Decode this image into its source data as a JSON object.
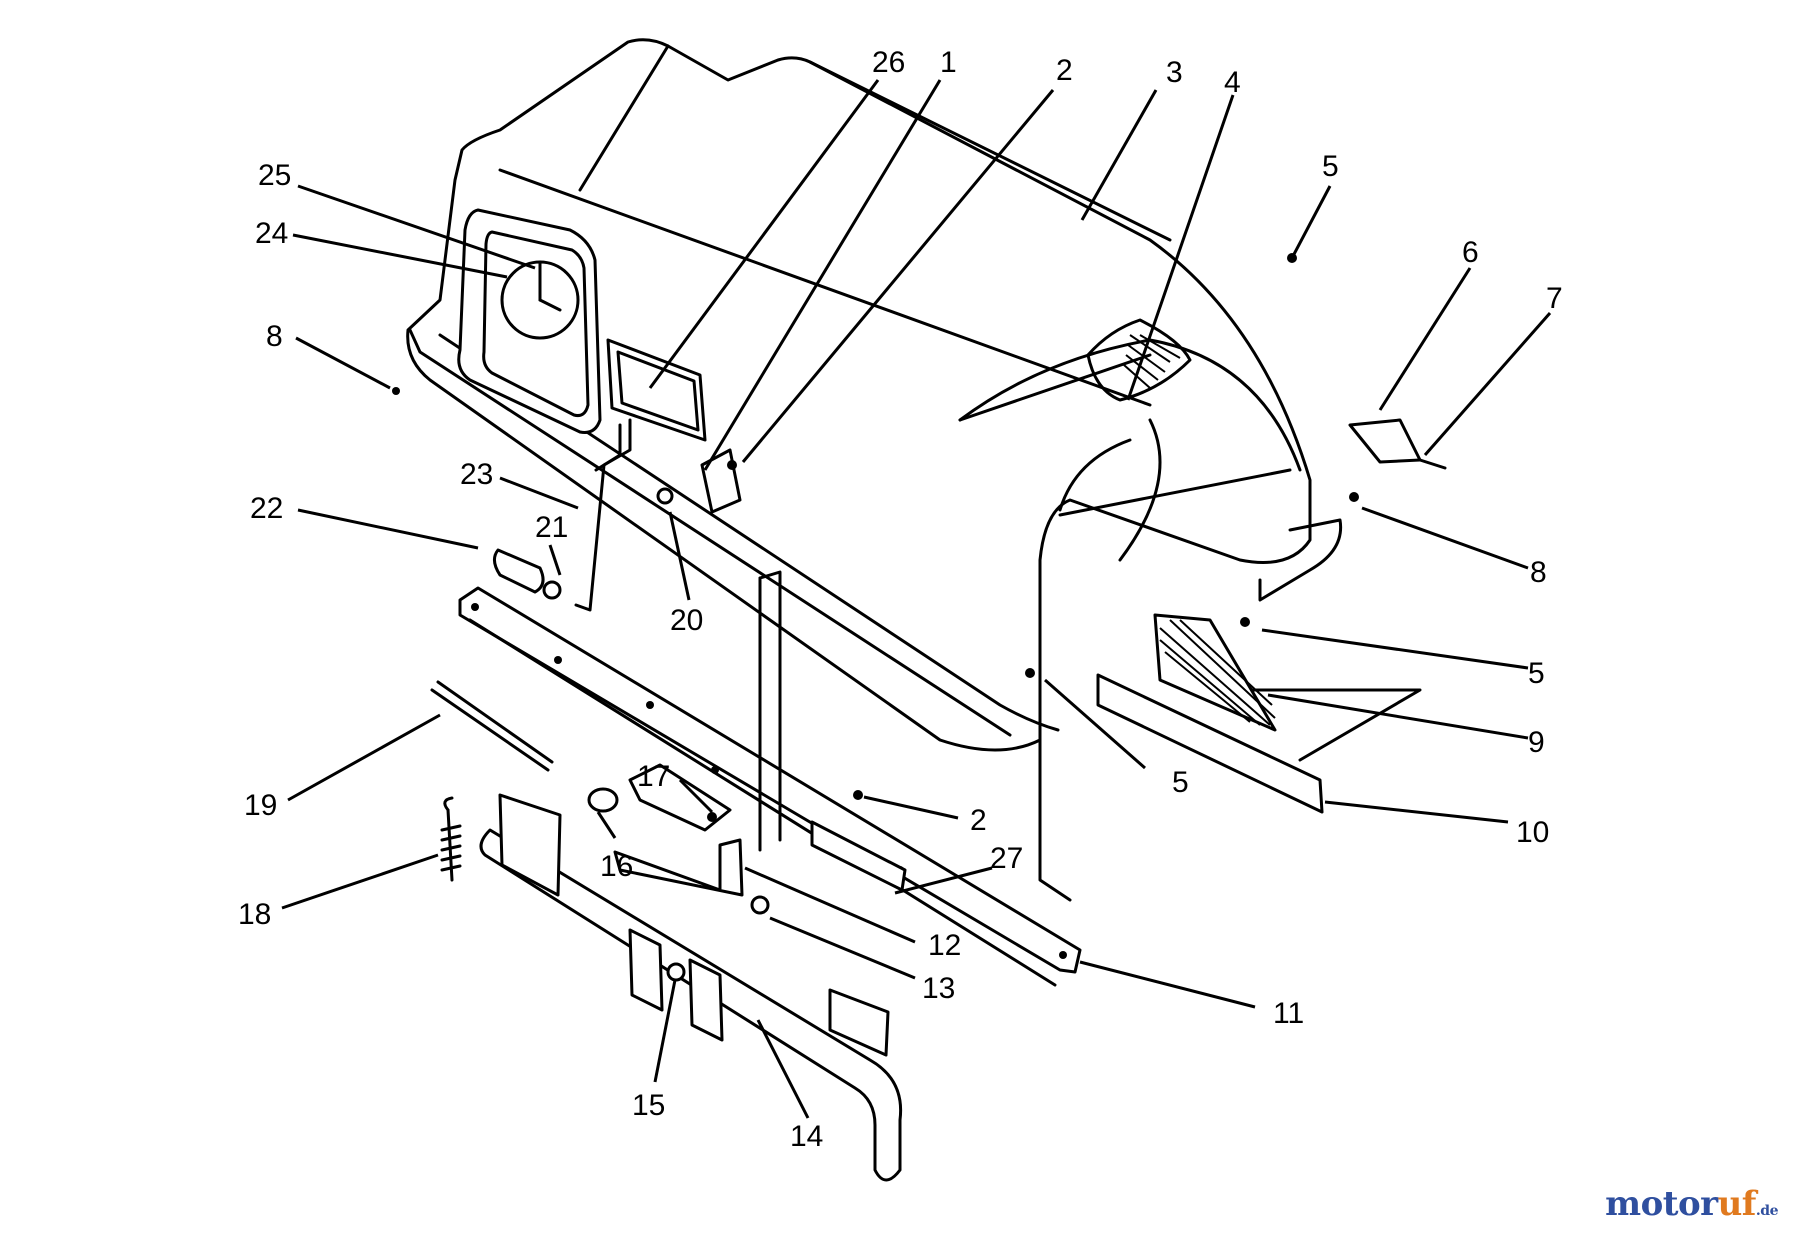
{
  "callouts": [
    {
      "id": "c26",
      "label": "26"
    },
    {
      "id": "c1",
      "label": "1"
    },
    {
      "id": "c2a",
      "label": "2"
    },
    {
      "id": "c3",
      "label": "3"
    },
    {
      "id": "c4",
      "label": "4"
    },
    {
      "id": "c25",
      "label": "25"
    },
    {
      "id": "c24",
      "label": "24"
    },
    {
      "id": "c5a",
      "label": "5"
    },
    {
      "id": "c6",
      "label": "6"
    },
    {
      "id": "c7",
      "label": "7"
    },
    {
      "id": "c8a",
      "label": "8"
    },
    {
      "id": "c23",
      "label": "23"
    },
    {
      "id": "c22",
      "label": "22"
    },
    {
      "id": "c21",
      "label": "21"
    },
    {
      "id": "c20",
      "label": "20"
    },
    {
      "id": "c8b",
      "label": "8"
    },
    {
      "id": "c5b",
      "label": "5"
    },
    {
      "id": "c9",
      "label": "9"
    },
    {
      "id": "c5c",
      "label": "5"
    },
    {
      "id": "c10",
      "label": "10"
    },
    {
      "id": "c19",
      "label": "19"
    },
    {
      "id": "c17",
      "label": "17"
    },
    {
      "id": "c2b",
      "label": "2"
    },
    {
      "id": "c16",
      "label": "16"
    },
    {
      "id": "c27",
      "label": "27"
    },
    {
      "id": "c18",
      "label": "18"
    },
    {
      "id": "c12",
      "label": "12"
    },
    {
      "id": "c13",
      "label": "13"
    },
    {
      "id": "c11",
      "label": "11"
    },
    {
      "id": "c15",
      "label": "15"
    },
    {
      "id": "c14",
      "label": "14"
    }
  ],
  "watermark": {
    "main": "motor",
    "accent": "uf",
    "suffix": ".de"
  }
}
